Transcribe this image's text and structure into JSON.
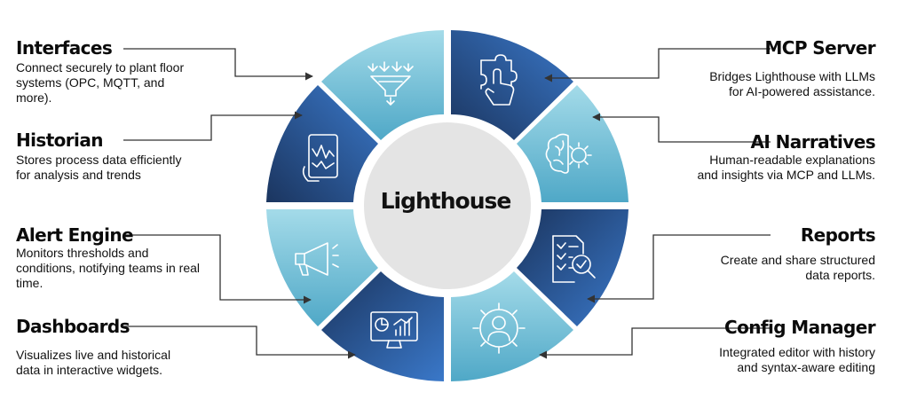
{
  "center": {
    "title": "Lighthouse"
  },
  "segments": [
    {
      "id": "interfaces",
      "title": "Interfaces",
      "desc": "Connect securely to plant floor systems (OPC, MQTT, and more).",
      "icon": "funnel-icon",
      "color": "#6ec1d8"
    },
    {
      "id": "historian",
      "title": "Historian",
      "desc": "Stores process data efficiently for analysis and trends",
      "icon": "tablet-chart-icon",
      "color": "#1d3f6e"
    },
    {
      "id": "alert-engine",
      "title": "Alert Engine",
      "desc": "Monitors thresholds and conditions, notifying teams in real time.",
      "icon": "megaphone-icon",
      "color": "#6ec1d8"
    },
    {
      "id": "dashboards",
      "title": "Dashboards",
      "desc": "Visualizes live and historical data in interactive widgets.",
      "icon": "monitor-chart-icon",
      "color": "#1d3f6e"
    },
    {
      "id": "mcp-server",
      "title": "MCP Server",
      "desc": "Bridges Lighthouse with LLMs for AI-powered assistance.",
      "icon": "puzzle-hand-icon",
      "color": "#1d3f6e"
    },
    {
      "id": "ai-narratives",
      "title": "AI Narratives",
      "desc": "Human-readable explanations and insights via MCP and LLMs.",
      "icon": "brain-gear-icon",
      "color": "#6ec1d8"
    },
    {
      "id": "reports",
      "title": "Reports",
      "desc": "Create and share structured data reports.",
      "icon": "report-magnifier-icon",
      "color": "#1d3f6e"
    },
    {
      "id": "config-manager",
      "title": "Config Manager",
      "desc": "Integrated editor with history and syntax-aware editing",
      "icon": "person-gear-icon",
      "color": "#6ec1d8"
    }
  ]
}
